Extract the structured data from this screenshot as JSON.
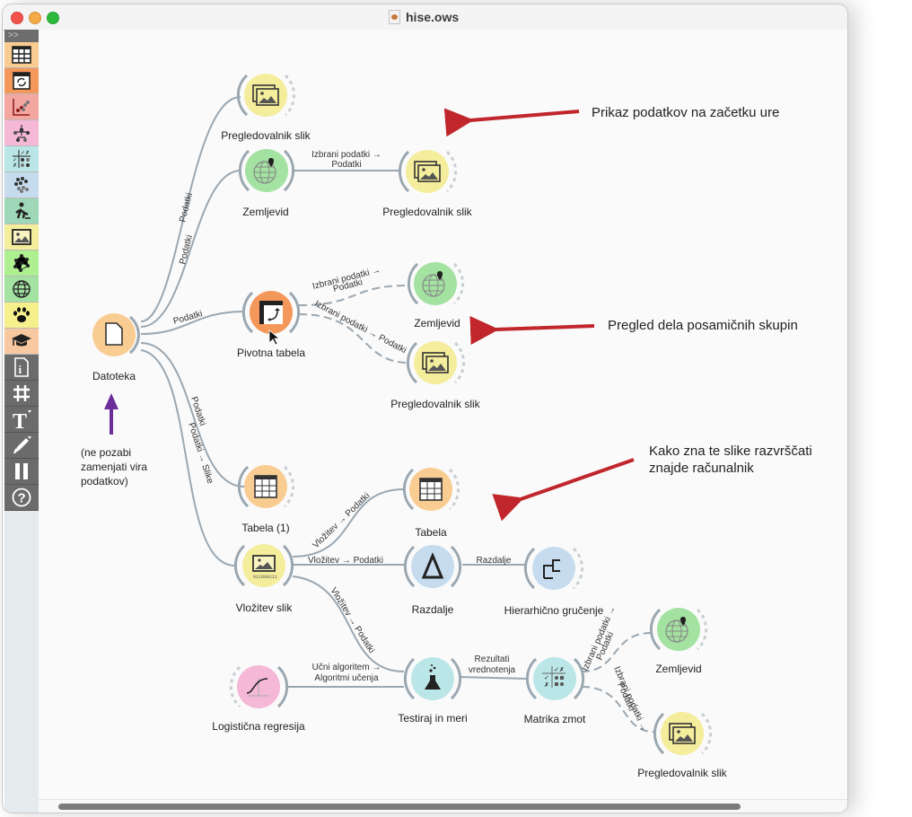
{
  "window": {
    "title": "hise.ows"
  },
  "toolbox": {
    "expand_label": ">>",
    "categories": [
      {
        "name": "Data",
        "icon": "table-icon",
        "color": "#f9cc92"
      },
      {
        "name": "Transform",
        "icon": "transform-icon",
        "color": "#f4975a"
      },
      {
        "name": "Visualize",
        "icon": "scatter-plot-icon",
        "color": "#f4a6a1"
      },
      {
        "name": "Model",
        "icon": "tree-icon",
        "color": "#f5b8d6"
      },
      {
        "name": "Evaluate",
        "icon": "confusion-matrix-icon",
        "color": "#bbe6e7"
      },
      {
        "name": "Unsupervised",
        "icon": "clusters-icon",
        "color": "#c6dcee"
      },
      {
        "name": "Education",
        "icon": "worker-icon",
        "color": "#9ed8b9"
      },
      {
        "name": "Image Analytics",
        "icon": "image-icon",
        "color": "#f4ed9c"
      },
      {
        "name": "Network",
        "icon": "network-icon",
        "color": "#aef08f"
      },
      {
        "name": "Geo",
        "icon": "globe-icon",
        "color": "#a3e2a1"
      },
      {
        "name": "Bioinformatics",
        "icon": "paw-icon",
        "color": "#f5f08c"
      },
      {
        "name": "Educational",
        "icon": "graduation-cap-icon",
        "color": "#f8c9a0"
      }
    ],
    "tools": [
      {
        "name": "info",
        "icon": "info-icon"
      },
      {
        "name": "grid",
        "icon": "hash-icon"
      },
      {
        "name": "text",
        "icon": "text-icon"
      },
      {
        "name": "arrow",
        "icon": "pencil-arrow-icon"
      },
      {
        "name": "pause",
        "icon": "pause-icon"
      },
      {
        "name": "help",
        "icon": "help-icon"
      }
    ]
  },
  "nodes": {
    "datoteka": {
      "label": "Datoteka",
      "color": "#f9cc92"
    },
    "pregled1": {
      "label": "Pregledovalnik slik",
      "color": "#f4ed9c"
    },
    "zemljevid1": {
      "label": "Zemljevid",
      "color": "#a3e2a1"
    },
    "pregled2": {
      "label": "Pregledovalnik slik",
      "color": "#f4ed9c"
    },
    "pivot": {
      "label": "Pivotna tabela",
      "color": "#f4975a"
    },
    "zemljevid2": {
      "label": "Zemljevid",
      "color": "#a3e2a1"
    },
    "pregled3": {
      "label": "Pregledovalnik slik",
      "color": "#f4ed9c"
    },
    "tabela1": {
      "label": "Tabela (1)",
      "color": "#f9cc92"
    },
    "tabela": {
      "label": "Tabela",
      "color": "#f9cc92"
    },
    "vlozitev": {
      "label": "Vložitev slik",
      "color": "#f4ed9c"
    },
    "razdalje": {
      "label": "Razdalje",
      "color": "#c6dcee"
    },
    "hier": {
      "label": "Hierarhično gručenje",
      "color": "#c6dcee"
    },
    "logreg": {
      "label": "Logistična regresija",
      "color": "#f5b8d6"
    },
    "testiraj": {
      "label": "Testiraj in meri",
      "color": "#bbe6e7"
    },
    "matrika": {
      "label": "Matrika zmot",
      "color": "#bbe6e7"
    },
    "zemljevid3": {
      "label": "Zemljevid",
      "color": "#a3e2a1"
    },
    "pregled4": {
      "label": "Pregledovalnik slik",
      "color": "#f4ed9c"
    }
  },
  "links": {
    "d_p1": "Podatki",
    "d_z1": "Podatki",
    "d_pivot": "Podatki",
    "d_tab1": "Podatki",
    "d_vl": "Podatki → Slike",
    "z1_p2_a": "Izbrani podatki →",
    "z1_p2_b": "Podatki",
    "piv_z2_a": "Izbrani podatki →",
    "piv_z2_b": "Podatki",
    "piv_p3": "Izbrani podatki → Podatki",
    "vl_tab": "Vložitev → Podatki",
    "vl_raz": "Vložitev → Podatki",
    "vl_test": "Vložitev → Podatki",
    "raz_hier": "Razdalje",
    "lr_test_a": "Učni algoritem →",
    "lr_test_b": "Algoritmi učenja",
    "test_mat_a": "Rezultati",
    "test_mat_b": "vrednotenja",
    "mat_z3_a": "Izbrani podatki →",
    "mat_z3_b": "Podatki",
    "mat_p4_a": "Izbrani podatki →",
    "mat_p4_b": "Podatki"
  },
  "annotations": {
    "note1": "Prikaz podatkov na začetku ure",
    "note2": "Pregled dela posamičnih skupin",
    "note3_line1": "Kako zna te slike razvrščati",
    "note3_line2": "znajde računalnik",
    "note4_line1": "(ne pozabi",
    "note4_line2": "zamenjati vira",
    "note4_line3": "podatkov)",
    "arrow_red": "#c0262b",
    "arrow_purple": "#6a2d9a"
  }
}
